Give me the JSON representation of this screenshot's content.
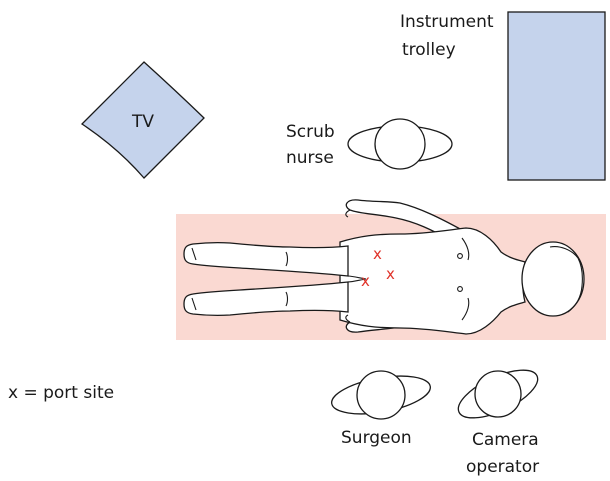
{
  "labels": {
    "instrument_trolley_line1": "Instrument",
    "instrument_trolley_line2": "trolley",
    "tv": "TV",
    "scrub_nurse_line1": "Scrub",
    "scrub_nurse_line2": "nurse",
    "surgeon": "Surgeon",
    "camera_operator_line1": "Camera",
    "camera_operator_line2": "operator",
    "legend": "x = port site"
  },
  "port_marker": "x",
  "colors": {
    "trolley_fill": "#c5d3ec",
    "tv_fill": "#c5d3ec",
    "table_fill": "#fad9d2",
    "port_marker": "#e0332a",
    "outline": "#1a1a1a"
  }
}
